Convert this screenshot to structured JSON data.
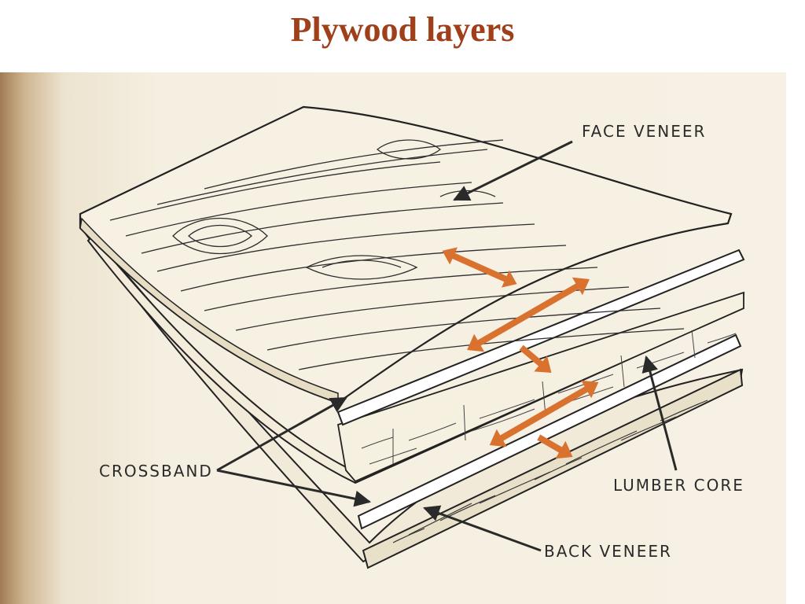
{
  "title": "Plywood layers",
  "labels": {
    "face_veneer": "FACE VENEER",
    "crossband": "CROSSBAND",
    "lumber_core": "LUMBER CORE",
    "back_veneer": "BACK VENEER"
  },
  "colors": {
    "title": "#a0401a",
    "arrow": "#d9712f",
    "paper": "#f4eedf",
    "ink": "#2a2a2a"
  }
}
